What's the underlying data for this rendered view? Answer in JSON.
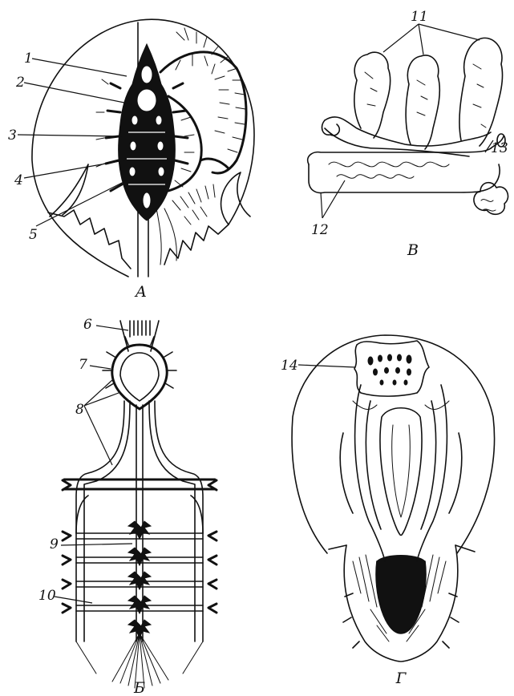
{
  "panels": {
    "a": {
      "letter": "А",
      "labels": [
        "1",
        "2",
        "3",
        "4",
        "5"
      ]
    },
    "b": {
      "letter": "Б",
      "labels": [
        "6",
        "7",
        "8",
        "9",
        "10"
      ]
    },
    "v": {
      "letter": "В",
      "labels": [
        "11",
        "12",
        "13"
      ]
    },
    "g": {
      "letter": "Г",
      "labels": [
        "14"
      ]
    }
  }
}
